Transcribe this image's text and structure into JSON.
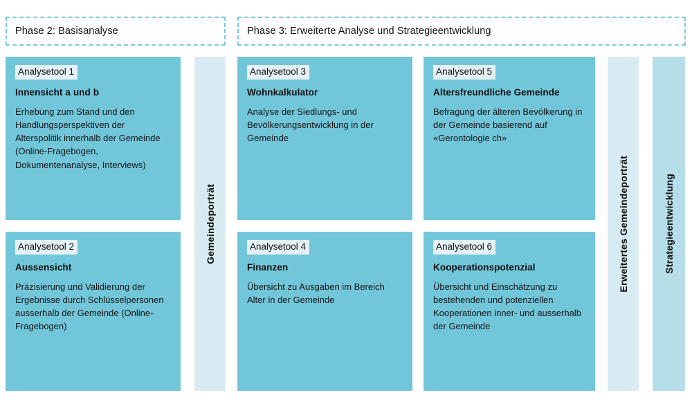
{
  "colors": {
    "card": "#72c6da",
    "column_light": "#d9ebf2",
    "column_medium": "#b6dee9",
    "badge": "#e6f1f6",
    "dashed_border": "#7ec8dd",
    "text": "#111111"
  },
  "phases": [
    {
      "id": "phase2",
      "label": "Phase 2: Basisanalyse"
    },
    {
      "id": "phase3",
      "label": "Phase 3: Erweiterte Analyse und Strategieentwicklung"
    }
  ],
  "tools": [
    {
      "badge": "Analysetool 1",
      "title": "Innensicht a und b",
      "desc": "Erhebung zum Stand und den Handlungsperspektiven der Alterspolitik innerhalb der Gemeinde (Online-Fragebogen, Dokumentenanalyse, Interviews)"
    },
    {
      "badge": "Analysetool 2",
      "title": "Aussensicht",
      "desc": "Präzisierung und Validierung der Ergebnisse durch Schlüsselpersonen ausserhalb der Gemeinde (Online-Fragebogen)"
    },
    {
      "badge": "Analysetool 3",
      "title": "Wohnkalkulator",
      "desc": "Analyse der Siedlungs- und Bevölkerungsentwicklung in der Gemeinde"
    },
    {
      "badge": "Analysetool 4",
      "title": "Finanzen",
      "desc": "Übersicht zu Ausgaben im Bereich Alter in der Gemeinde"
    },
    {
      "badge": "Analysetool 5",
      "title": "Altersfreundliche Gemeinde",
      "desc": "Befragung der älteren Bevölkerung in der Gemeinde basierend auf «Gerontologie ch»"
    },
    {
      "badge": "Analysetool 6",
      "title": "Kooperationspotenzial",
      "desc": "Übersicht und Einschätzung zu bestehenden und potenziellen Kooperationen inner- und ausserhalb der Gemeinde"
    }
  ],
  "columns": [
    {
      "id": "col-gemeindeportraet",
      "label": "Gemeindeporträt"
    },
    {
      "id": "col-erw-gemeindeportraet",
      "label": "Erweitertes Gemeindeporträt"
    },
    {
      "id": "col-strategieentwicklung",
      "label": "Strategieentwicklung"
    }
  ]
}
